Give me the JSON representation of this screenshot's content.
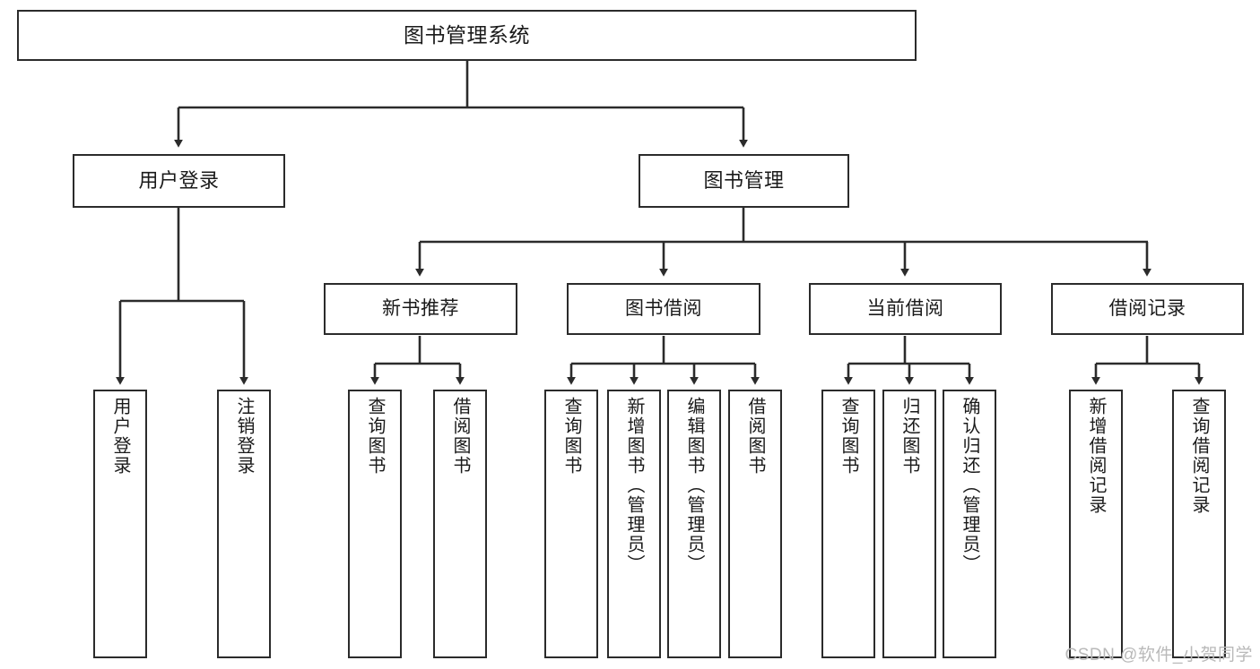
{
  "diagram": {
    "title": "图书管理系统",
    "watermark": "CSDN @软件_小贺同学",
    "colors": {
      "stroke": "#2b2b2b",
      "background": "#ffffff",
      "text": "#1a1a1a",
      "watermark": "#b9b9b9"
    },
    "root": {
      "label": "图书管理系统"
    },
    "level1": [
      {
        "label": "用户登录"
      },
      {
        "label": "图书管理"
      }
    ],
    "level2": [
      {
        "label": "新书推荐"
      },
      {
        "label": "图书借阅"
      },
      {
        "label": "当前借阅"
      },
      {
        "label": "借阅记录"
      }
    ],
    "leaves": {
      "user_login": [
        {
          "label": "用户登录"
        },
        {
          "label": "注销登录"
        }
      ],
      "new_book_recommend": [
        {
          "label": "查询图书"
        },
        {
          "label": "借阅图书"
        }
      ],
      "book_borrow": [
        {
          "label": "查询图书"
        },
        {
          "label": "新增图书（管理员）"
        },
        {
          "label": "编辑图书（管理员）"
        },
        {
          "label": "借阅图书"
        }
      ],
      "current_borrow": [
        {
          "label": "查询图书"
        },
        {
          "label": "归还图书"
        },
        {
          "label": "确认归还（管理员）"
        }
      ],
      "borrow_record": [
        {
          "label": "新增借阅记录"
        },
        {
          "label": "查询借阅记录"
        }
      ]
    }
  }
}
